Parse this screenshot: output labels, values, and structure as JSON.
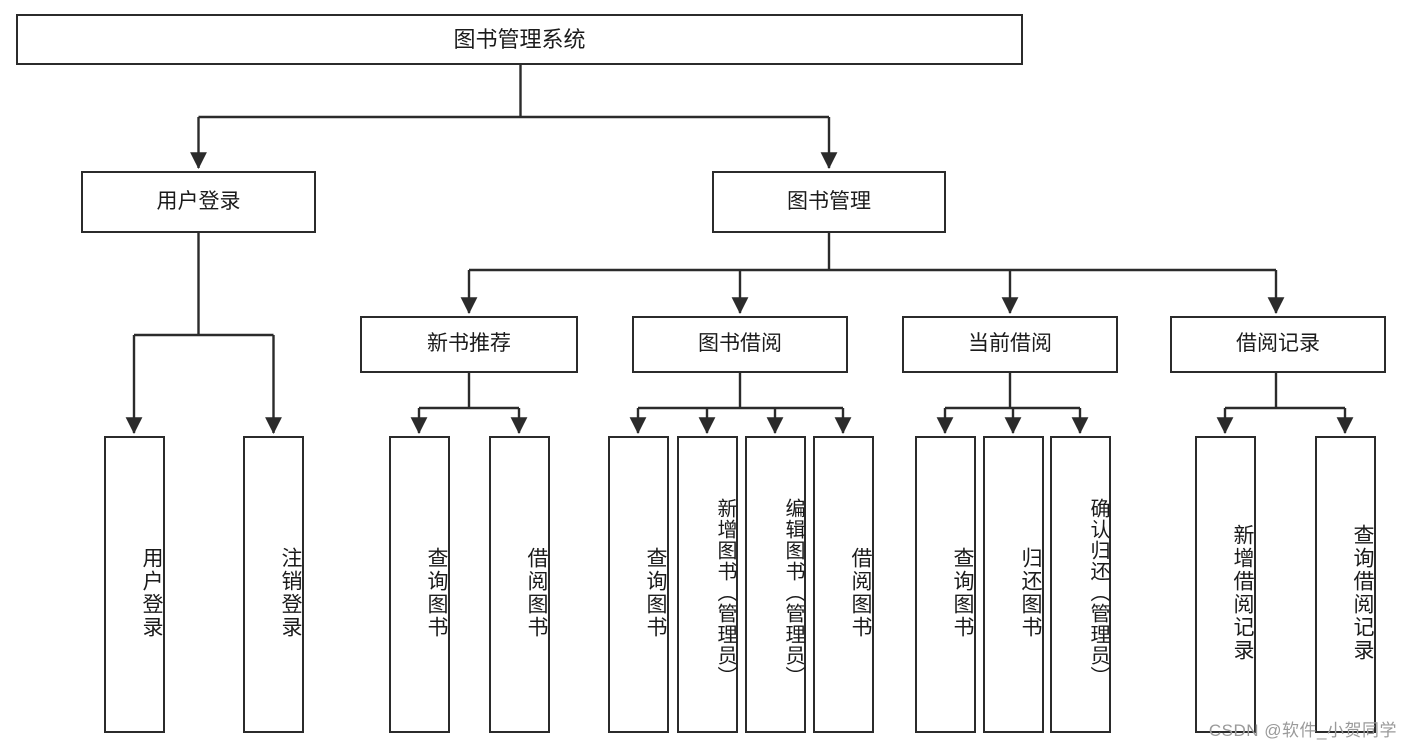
{
  "diagram": {
    "title": "图书管理系统",
    "watermark": "CSDN @软件_小贺同学",
    "line_color": "#2b2b2b",
    "background_color": "#ffffff",
    "text_color": "#1b1b1b",
    "watermark_color": "#9a9a9a"
  },
  "nodes": {
    "root": {
      "label": "图书管理系统"
    },
    "level2": [
      {
        "label": "用户登录"
      },
      {
        "label": "图书管理"
      }
    ],
    "level3": [
      {
        "label": "新书推荐"
      },
      {
        "label": "图书借阅"
      },
      {
        "label": "当前借阅"
      },
      {
        "label": "借阅记录"
      }
    ],
    "leaves": {
      "user_login": [
        {
          "label": "用户登录"
        },
        {
          "label": "注销登录"
        }
      ],
      "new_book_recommend": [
        {
          "label": "查询图书"
        },
        {
          "label": "借阅图书"
        }
      ],
      "book_borrow": [
        {
          "label": "查询图书"
        },
        {
          "label": "新增图书（管理员）"
        },
        {
          "label": "编辑图书（管理员）"
        },
        {
          "label": "借阅图书"
        }
      ],
      "current_borrow": [
        {
          "label": "查询图书"
        },
        {
          "label": "归还图书"
        },
        {
          "label": "确认归还（管理员）"
        }
      ],
      "borrow_record": [
        {
          "label": "新增借阅记录"
        },
        {
          "label": "查询借阅记录"
        }
      ]
    }
  }
}
